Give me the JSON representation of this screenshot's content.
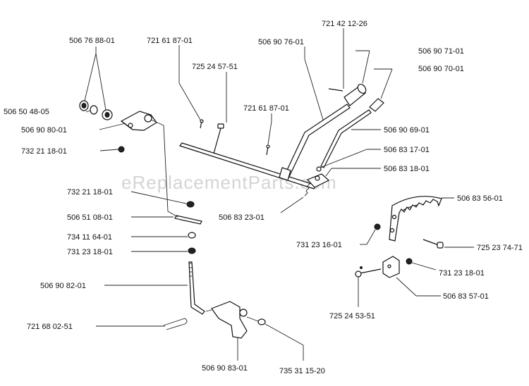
{
  "watermark": "eReplacementParts.com",
  "labels": {
    "p1": "506 76 88-01",
    "p2": "721 61 87-01",
    "p3": "725 24 57-51",
    "p4": "506 90 76-01",
    "p5": "721 42 12-26",
    "p6": "506 90 71-01",
    "p7": "506 90 70-01",
    "p8": "506 50 48-05",
    "p9": "721 61 87-01",
    "p10": "506 90 80-01",
    "p11": "506 90 69-01",
    "p12": "732 21 18-01",
    "p13": "506 83 17-01",
    "p14": "506 83 18-01",
    "p15": "732 21 18-01",
    "p16": "506 83 56-01",
    "p17": "506 51 08-01",
    "p18": "506 83 23-01",
    "p19": "734 11 64-01",
    "p20": "731 23 16-01",
    "p21": "731 23 18-01",
    "p22": "725 23 74-71",
    "p23": "506 90 82-01",
    "p24": "731 23 18-01",
    "p25": "506 83 57-01",
    "p26": "725 24 53-51",
    "p27": "721 68 02-51",
    "p28": "506 90 83-01",
    "p29": "735 31 15-20"
  }
}
